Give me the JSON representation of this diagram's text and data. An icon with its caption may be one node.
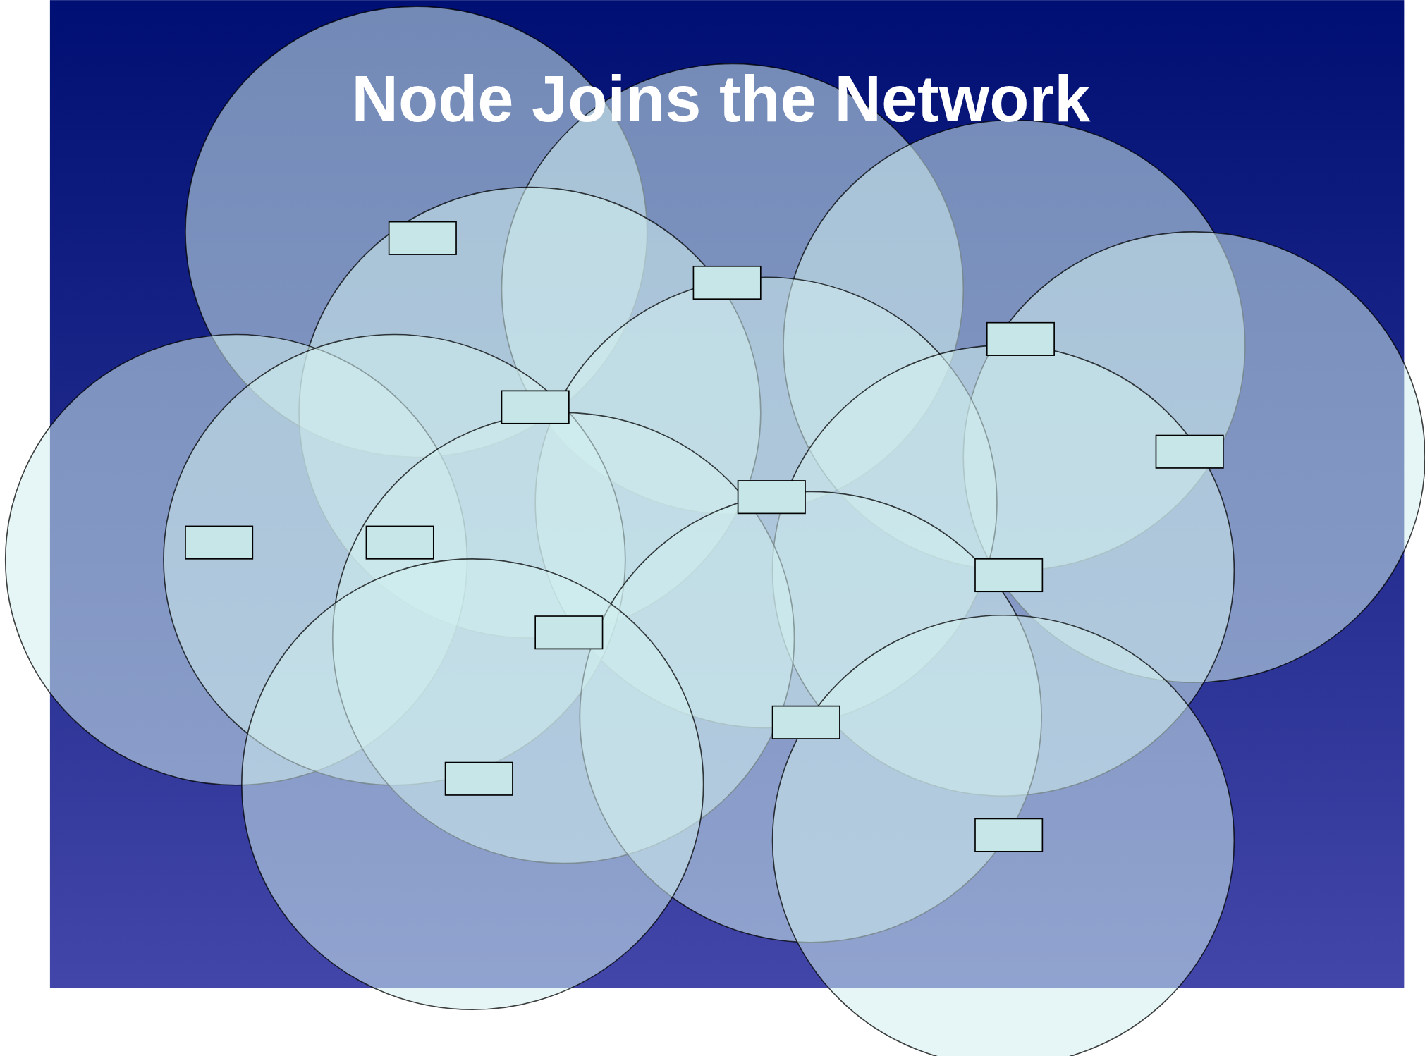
{
  "diagram": {
    "title": "Node Joins the Network",
    "nodes": [
      {
        "text": [],
        "shape": "box"
      },
      {
        "text": [],
        "shape": "box"
      },
      {
        "text": [],
        "shape": "box"
      },
      {
        "text": [],
        "shape": "box"
      },
      {
        "text": [],
        "shape": "box"
      },
      {
        "text": [],
        "shape": "box"
      },
      {
        "text": [],
        "shape": "box"
      },
      {
        "text": [],
        "shape": "box"
      },
      {
        "text": [],
        "shape": "box"
      },
      {
        "text": [],
        "shape": "box"
      },
      {
        "text": [],
        "shape": "box"
      },
      {
        "text": [],
        "shape": "box"
      },
      {
        "text": [],
        "shape": "box"
      }
    ],
    "edges": []
  }
}
